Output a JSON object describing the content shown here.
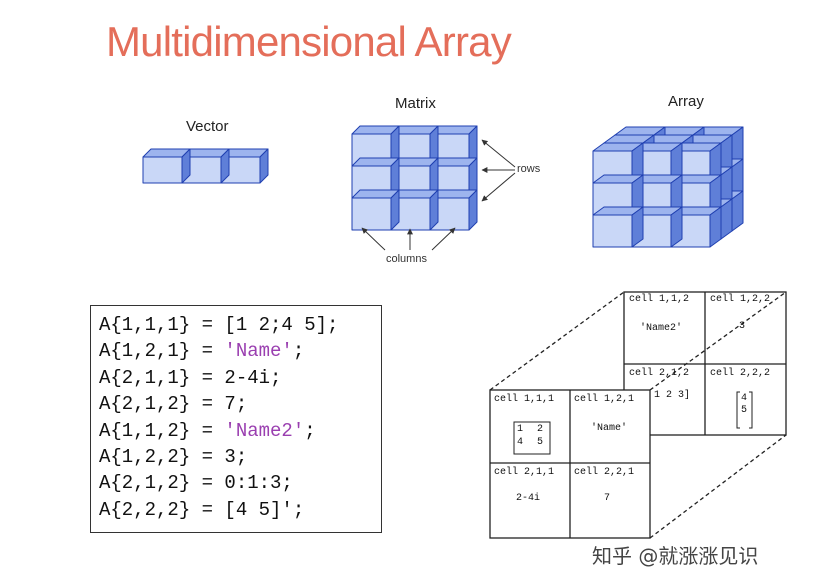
{
  "title": "Multidimensional Array",
  "labels": {
    "vector": "Vector",
    "matrix": "Matrix",
    "array": "Array",
    "rows": "rows",
    "columns": "columns"
  },
  "code": [
    {
      "prefix": "A{1,1,1} = ",
      "value": "[1 2;4 5];",
      "is_string": false
    },
    {
      "prefix": "A{1,2,1} = ",
      "value": "'Name'",
      "suffix": ";",
      "is_string": true
    },
    {
      "prefix": "A{2,1,1} = ",
      "value": "2-4i;",
      "is_string": false
    },
    {
      "prefix": "A{2,1,2} = ",
      "value": "7;",
      "is_string": false
    },
    {
      "prefix": "A{1,1,2} = ",
      "value": "'Name2'",
      "suffix": ";",
      "is_string": true
    },
    {
      "prefix": "A{1,2,2} = ",
      "value": "3;",
      "is_string": false
    },
    {
      "prefix": "A{2,1,2} = ",
      "value": "0:1:3;",
      "is_string": false
    },
    {
      "prefix": "A{2,2,2} = ",
      "value": "[4 5]';",
      "is_string": false
    }
  ],
  "cells_front": [
    {
      "label": "cell 1,1,1",
      "content": "matrix",
      "m": [
        "1",
        "2",
        "4",
        "5"
      ]
    },
    {
      "label": "cell 1,2,1",
      "content": "'Name'"
    },
    {
      "label": "cell 2,1,1",
      "content": "2-4i"
    },
    {
      "label": "cell 2,2,1",
      "content": "7"
    }
  ],
  "cells_back": [
    {
      "label": "cell 1,1,2",
      "content": "'Name2'"
    },
    {
      "label": "cell 1,2,2",
      "content": "3"
    },
    {
      "label": "cell 2,1,2",
      "content": "1 2 3]"
    },
    {
      "label": "cell 2,2,2",
      "content": "column",
      "v": [
        "4",
        "5"
      ]
    }
  ],
  "watermark": "知乎 @就涨涨见识",
  "colors": {
    "title": "#e46e5a",
    "cube_front": "#c9d7f7",
    "cube_top": "#9db4ee",
    "cube_side": "#5f7fd8",
    "cube_edge": "#1f3fb0",
    "string_literal": "#9a3fb0"
  }
}
